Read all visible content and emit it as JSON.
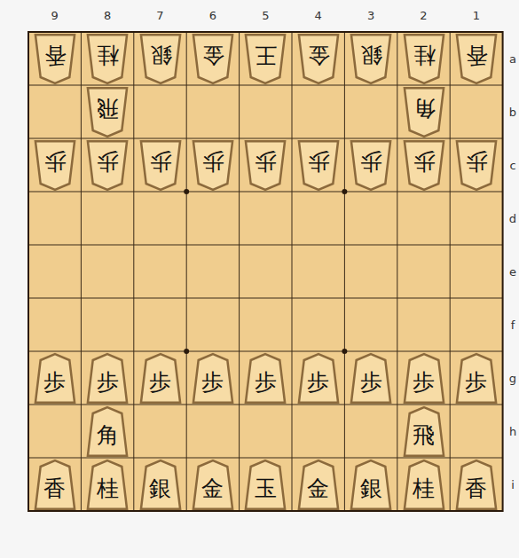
{
  "diagram": {
    "nodes": [
      {
        "text": [
          "香"
        ]
      },
      {
        "text": [
          "桂"
        ]
      },
      {
        "text": [
          "銀"
        ]
      },
      {
        "text": [
          "金"
        ]
      },
      {
        "text": [
          "王"
        ]
      },
      {
        "text": [
          "金"
        ]
      },
      {
        "text": [
          "銀"
        ]
      },
      {
        "text": [
          "桂"
        ]
      },
      {
        "text": [
          "香"
        ]
      },
      {
        "text": [
          "飛"
        ]
      },
      {
        "text": [
          "角"
        ]
      },
      {
        "text": [
          "歩"
        ]
      },
      {
        "text": [
          "歩"
        ]
      },
      {
        "text": [
          "歩"
        ]
      },
      {
        "text": [
          "歩"
        ]
      },
      {
        "text": [
          "歩"
        ]
      },
      {
        "text": [
          "歩"
        ]
      },
      {
        "text": [
          "歩"
        ]
      },
      {
        "text": [
          "歩"
        ]
      },
      {
        "text": [
          "歩"
        ]
      },
      {
        "text": [
          "歩"
        ]
      },
      {
        "text": [
          "歩"
        ]
      },
      {
        "text": [
          "歩"
        ]
      },
      {
        "text": [
          "歩"
        ]
      },
      {
        "text": [
          "歩"
        ]
      },
      {
        "text": [
          "歩"
        ]
      },
      {
        "text": [
          "歩"
        ]
      },
      {
        "text": [
          "歩"
        ]
      },
      {
        "text": [
          "歩"
        ]
      },
      {
        "text": [
          "角"
        ]
      },
      {
        "text": [
          "飛"
        ]
      },
      {
        "text": [
          "香"
        ]
      },
      {
        "text": [
          "桂"
        ]
      },
      {
        "text": [
          "銀"
        ]
      },
      {
        "text": [
          "金"
        ]
      },
      {
        "text": [
          "玉"
        ]
      },
      {
        "text": [
          "金"
        ]
      },
      {
        "text": [
          "銀"
        ]
      },
      {
        "text": [
          "桂"
        ]
      },
      {
        "text": [
          "香"
        ]
      }
    ],
    "labels": [
      "9",
      "8",
      "7",
      "6",
      "5",
      "4",
      "3",
      "2",
      "1",
      "a",
      "b",
      "c",
      "d",
      "e",
      "f",
      "g",
      "h",
      "i"
    ]
  }
}
